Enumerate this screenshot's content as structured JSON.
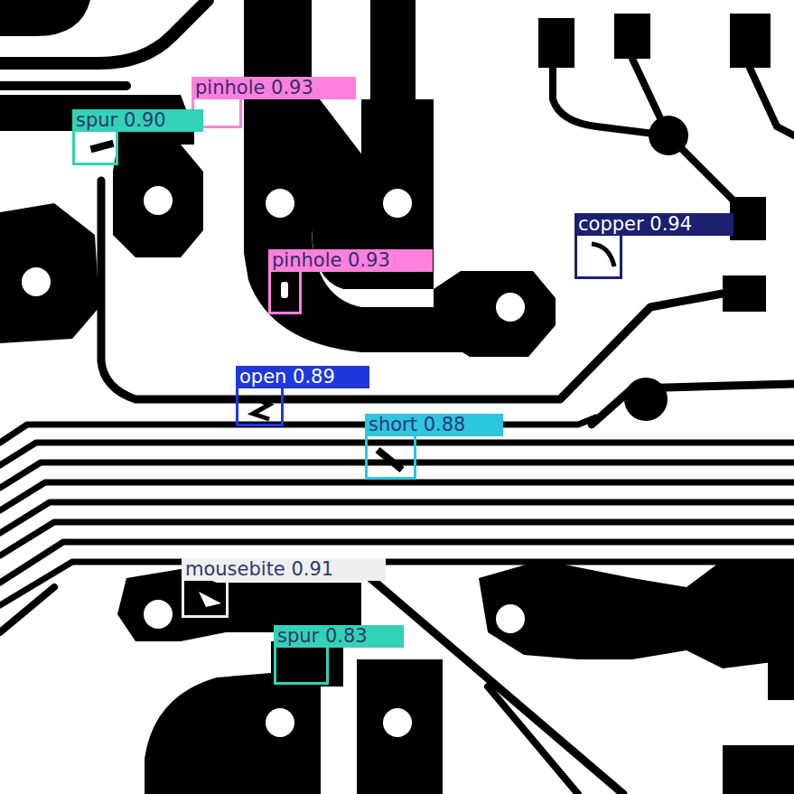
{
  "diagram": {
    "nodes": [
      {
        "text": [
          "pinhole 0.93"
        ]
      },
      {
        "text": [
          "spur 0.90"
        ]
      },
      {
        "text": [
          "copper 0.94"
        ]
      },
      {
        "text": [
          "pinhole 0.93"
        ]
      },
      {
        "text": [
          "open 0.89"
        ]
      },
      {
        "text": [
          "short 0.88"
        ]
      },
      {
        "text": [
          "mousebite 0.91"
        ]
      },
      {
        "text": [
          "spur 0.83"
        ]
      }
    ]
  }
}
